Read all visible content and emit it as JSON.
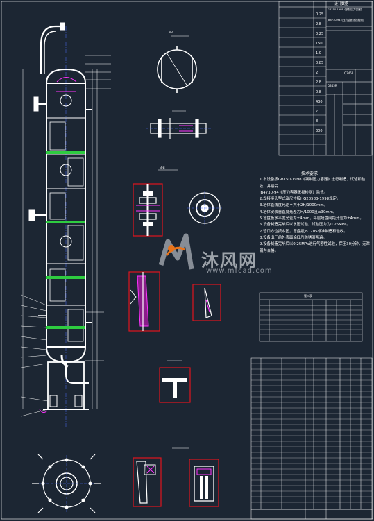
{
  "watermark": {
    "brand": "沐风网",
    "url": "www.mfcad.com"
  },
  "views": {
    "section_a": "A-A",
    "section_b": "B-B"
  },
  "tech_requirements": {
    "title": "技术要求",
    "items": [
      "1.本设备按GB150-1998《钢制压力容器》进行制造、试验和验收，并接受",
      "JB4730-94《压力容器无损检测》监督。",
      "2.焊接接头型式及尺寸按HG20583-1998规定。",
      "3.塔体直线度允差不大于2H/1000mm。",
      "4.塔体安装垂直度允差为H/1000且≤30mm。",
      "5.塔盘板水平度允差为±4mm，每层塔盘间距允差为±4mm。",
      "6.设备制造完毕后以水压试验，试验压力为0.25MPa。",
      "7.管口方位按本图，塔盘按JB1205标准制造和验收。",
      "8.设备出厂前外表面涂红丹防锈漆两遍。",
      "9.设备制造完毕后以0.25MPa进行气密性试验，保压30分钟，无泄漏为合格。"
    ]
  },
  "design_data": {
    "title": "设计数据",
    "standard_1": "GB150-1998《钢制压力容器》",
    "standard_2": "JB4730-94《压力容器无损检测》",
    "material_1": "Q345R",
    "material_2": "Q345R",
    "rows": [
      {
        "value": "0.25"
      },
      {
        "value": "2.8"
      },
      {
        "value": "0.25"
      },
      {
        "value": "150"
      },
      {
        "value": "1.0"
      },
      {
        "value": "0.85"
      },
      {
        "value": "2"
      },
      {
        "value": "2.8"
      },
      {
        "value": "0.8"
      },
      {
        "value": "430"
      },
      {
        "value": "7"
      },
      {
        "value": "8"
      },
      {
        "value": "300"
      }
    ]
  },
  "nozzle_table": {
    "title": "管口表"
  }
}
